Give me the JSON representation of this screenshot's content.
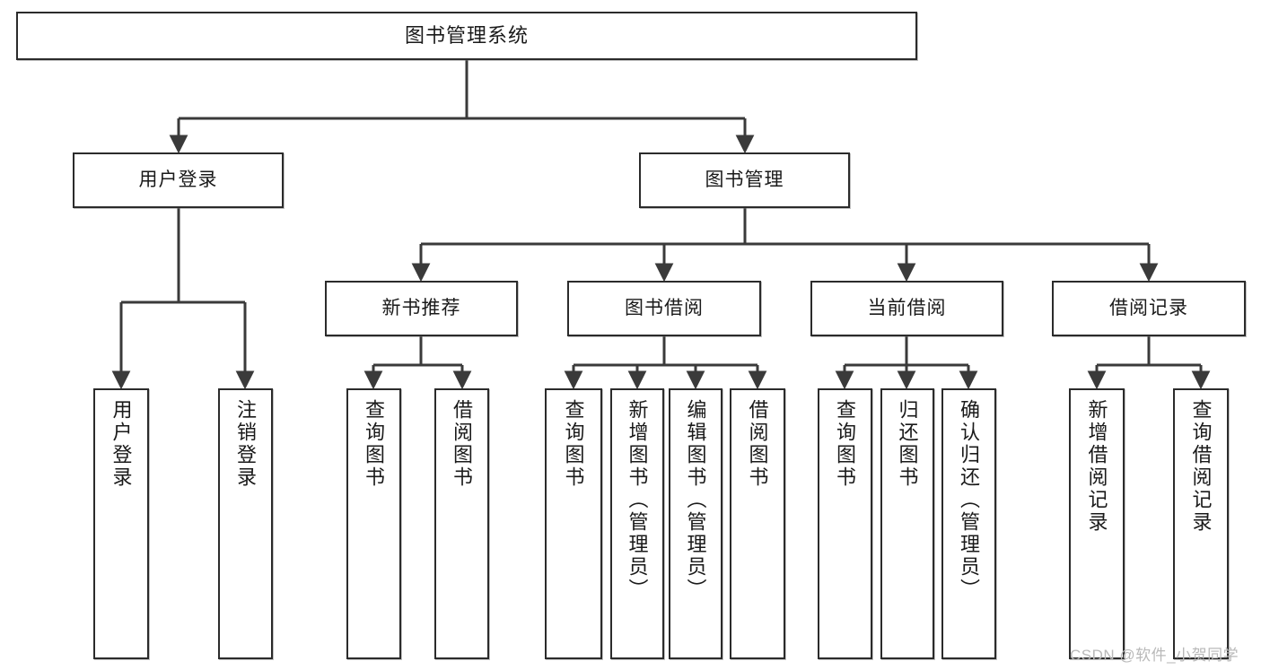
{
  "diagram": {
    "title": "图书管理系统",
    "type": "tree",
    "orientation": "top-down",
    "colors": {
      "box_border": "#2b2b2b",
      "box_fill": "#ffffff",
      "connector": "#3a3a3a",
      "text": "#1a1a1a",
      "watermark": "#b9b9b9",
      "background": "#ffffff"
    },
    "root": {
      "id": "root",
      "label": "图书管理系统",
      "shape": "rect-wide"
    },
    "level2": [
      {
        "id": "user-login",
        "label": "用户登录",
        "shape": "rect-wide"
      },
      {
        "id": "book-manage",
        "label": "图书管理",
        "shape": "rect-wide"
      }
    ],
    "level3": [
      {
        "id": "new-book-recommend",
        "label": "新书推荐",
        "shape": "rect-wide",
        "parent": "book-manage"
      },
      {
        "id": "book-borrow",
        "label": "图书借阅",
        "shape": "rect-wide",
        "parent": "book-manage"
      },
      {
        "id": "current-borrow",
        "label": "当前借阅",
        "shape": "rect-wide",
        "parent": "book-manage"
      },
      {
        "id": "borrow-record",
        "label": "借阅记录",
        "shape": "rect-wide",
        "parent": "book-manage"
      }
    ],
    "leaves": [
      {
        "id": "leaf-user-login",
        "label": "用户登录",
        "parent": "user-login"
      },
      {
        "id": "leaf-user-logout",
        "label": "注销登录",
        "parent": "user-login"
      },
      {
        "id": "leaf-rec-query-book",
        "label": "查询图书",
        "parent": "new-book-recommend"
      },
      {
        "id": "leaf-rec-borrow-book",
        "label": "借阅图书",
        "parent": "new-book-recommend"
      },
      {
        "id": "leaf-borrow-query-book",
        "label": "查询图书",
        "parent": "book-borrow"
      },
      {
        "id": "leaf-borrow-add-book",
        "label": "新增图书（管理员）",
        "parent": "book-borrow"
      },
      {
        "id": "leaf-borrow-edit-book",
        "label": "编辑图书（管理员）",
        "parent": "book-borrow"
      },
      {
        "id": "leaf-borrow-borrow-book",
        "label": "借阅图书",
        "parent": "book-borrow"
      },
      {
        "id": "leaf-cur-query-book",
        "label": "查询图书",
        "parent": "current-borrow"
      },
      {
        "id": "leaf-cur-return-book",
        "label": "归还图书",
        "parent": "current-borrow"
      },
      {
        "id": "leaf-cur-confirm-return",
        "label": "确认归还（管理员）",
        "parent": "current-borrow"
      },
      {
        "id": "leaf-rec-add-record",
        "label": "新增借阅记录",
        "parent": "borrow-record"
      },
      {
        "id": "leaf-rec-query-record",
        "label": "查询借阅记录",
        "parent": "borrow-record"
      }
    ],
    "watermark": "CSDN @软件_小贺同学"
  }
}
